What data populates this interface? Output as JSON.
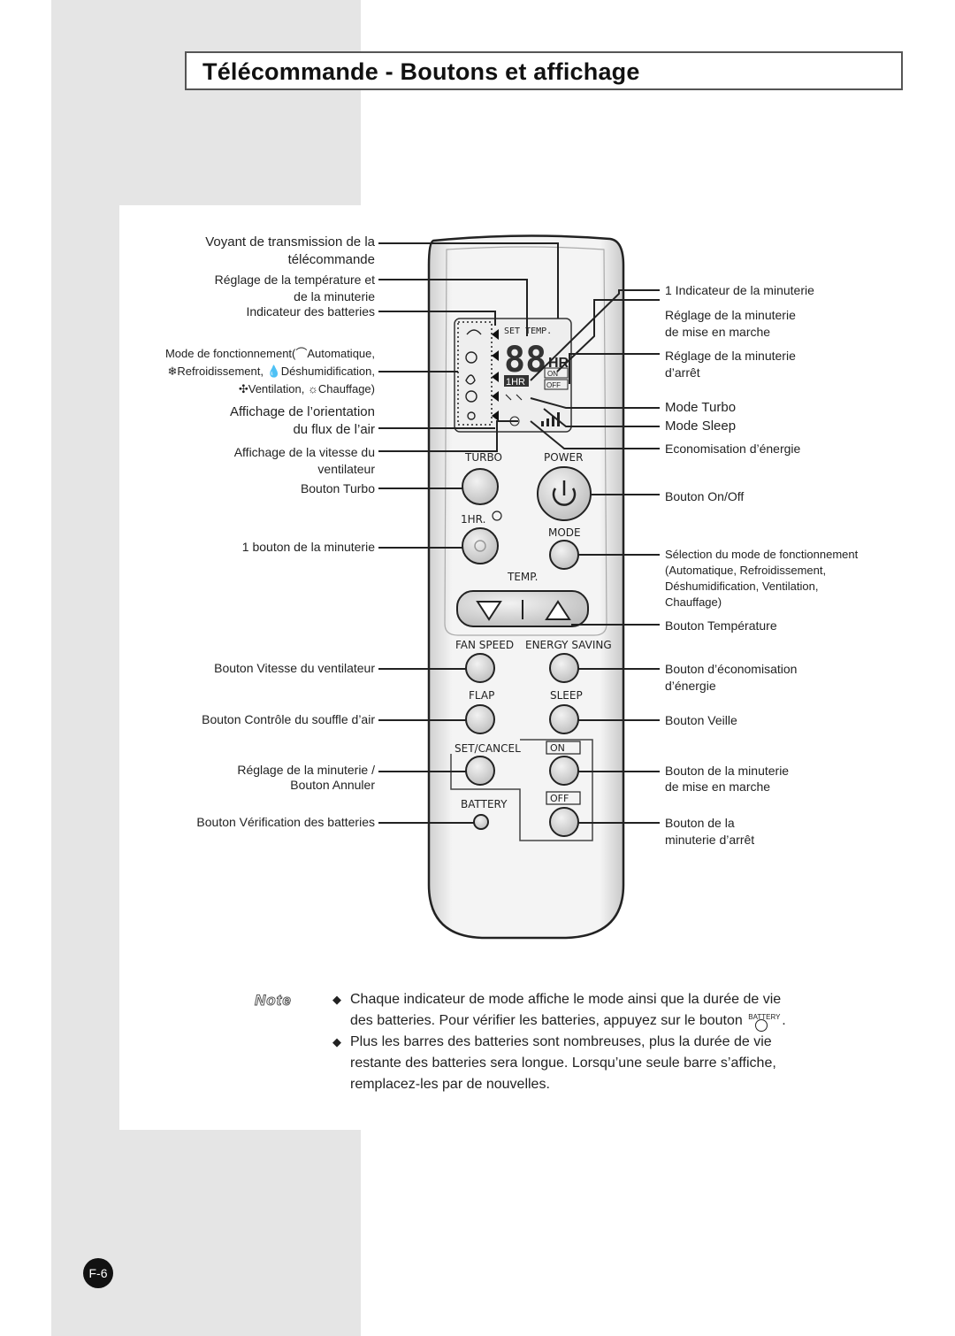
{
  "title": "Télécommande - Boutons et affichage",
  "left_labels": {
    "transmission": [
      "Voyant de transmission de la",
      "télécommande"
    ],
    "temp_timer": [
      "Réglage de la température et",
      "de la minuterie"
    ],
    "battery_indicator": "Indicateur des batteries",
    "mode_line1_a": "Mode de fonctionnement(",
    "mode_line1_b": "Automatique,",
    "mode_line2_a": "Refroidissement,",
    "mode_line2_b": "Déshumidification,",
    "mode_line3_a": "Ventilation,",
    "mode_line3_b": "Chauffage)",
    "flap_display": [
      "Affichage de l’orientation",
      "du flux de l’air"
    ],
    "fan_speed_display": [
      "Affichage de la vitesse du",
      "ventilateur"
    ],
    "turbo_button": "Bouton Turbo",
    "one_hr_button": "1 bouton de la minuterie",
    "fan_speed_button": "Bouton Vitesse du ventilateur",
    "flap_button": "Bouton Contrôle du souffle d’air",
    "set_cancel": [
      "Réglage de la minuterie /",
      "Bouton Annuler"
    ],
    "battery_button": "Bouton Vérification des batteries"
  },
  "right_labels": {
    "one_hr_indicator": "1 Indicateur de la minuterie",
    "on_timer": [
      "Réglage de la minuterie",
      "de mise en marche"
    ],
    "off_timer": [
      "Réglage de la minuterie",
      "d’arrêt"
    ],
    "turbo_mode": "Mode Turbo",
    "sleep_mode": "Mode Sleep",
    "energy_saving": "Economisation d’énergie",
    "on_off_button": "Bouton On/Off",
    "mode_select": [
      "Sélection du mode de fonctionnement",
      "(Automatique, Refroidissement,",
      "Déshumidification, Ventilation,",
      "Chauffage)"
    ],
    "temp_button": "Bouton Température",
    "energy_button": [
      "Bouton d’économisation",
      "d’énergie"
    ],
    "sleep_button": "Bouton Veille",
    "on_timer_button": [
      "Bouton de la minuterie",
      "de mise en marche"
    ],
    "off_timer_button": [
      "Bouton de la",
      "minuterie d’arrêt"
    ]
  },
  "remote": {
    "set_temp": "SET TEMP.",
    "digits": "88",
    "hr": "HR",
    "one_hr": "1HR",
    "on": "ON",
    "off": "OFF",
    "auto": "Auto",
    "turbo": "TURBO",
    "power": "POWER",
    "one_hr_btn": "1HR.",
    "mode": "MODE",
    "temp": "TEMP.",
    "fan_speed": "FAN SPEED",
    "energy_saving": "ENERGY SAVING",
    "flap": "FLAP",
    "sleep": "SLEEP",
    "set_cancel": "SET/CANCEL",
    "battery": "BATTERY",
    "turbo_small": "Turbo"
  },
  "note": {
    "title": "Note",
    "bullet": "◆",
    "p1_line1": "Chaque indicateur de mode affiche le mode ainsi que la durée de vie",
    "p1_line2": "des batteries. Pour vérifier les batteries, appuyez sur le bouton",
    "p1_end": ".",
    "battery_label": "BATTERY",
    "p2_line1": "Plus les barres des batteries sont nombreuses, plus la durée de vie",
    "p2_line2": "restante des batteries sera longue. Lorsqu’une seule barre s’affiche,",
    "p2_line3": "remplacez-les par de nouvelles."
  },
  "page_number": "F-6"
}
